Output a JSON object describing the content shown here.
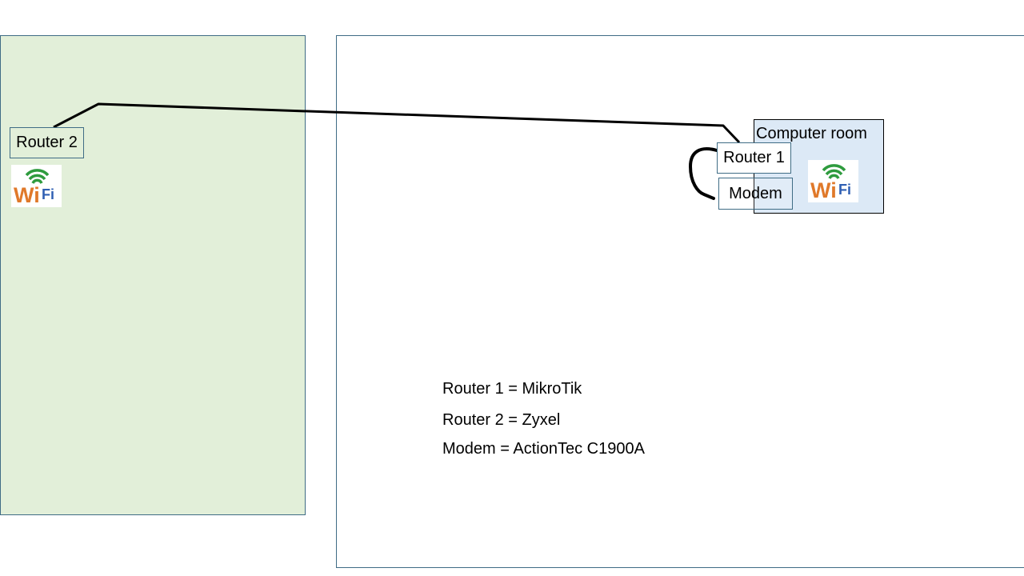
{
  "rooms": {
    "computer_room": {
      "label": "Computer room"
    }
  },
  "devices": {
    "router1": {
      "label": "Router 1",
      "wifi": true
    },
    "router2": {
      "label": "Router 2",
      "wifi": true
    },
    "modem": {
      "label": "Modem"
    }
  },
  "wifi_logo": {
    "text_wi": "Wi",
    "text_fi": "Fi",
    "arc_color": "#2e9b3e",
    "wi_color": "#e0792a",
    "fi_color": "#2f5fb3"
  },
  "legend": [
    "Router 1 = MikroTik",
    "Router 2 = Zyxel",
    "Modem = ActionTec C1900A"
  ],
  "colors": {
    "left_room_fill": "#e2efd9",
    "computer_room_fill": "#dce9f6",
    "outline": "#3f6c85",
    "cable": "#000000"
  }
}
